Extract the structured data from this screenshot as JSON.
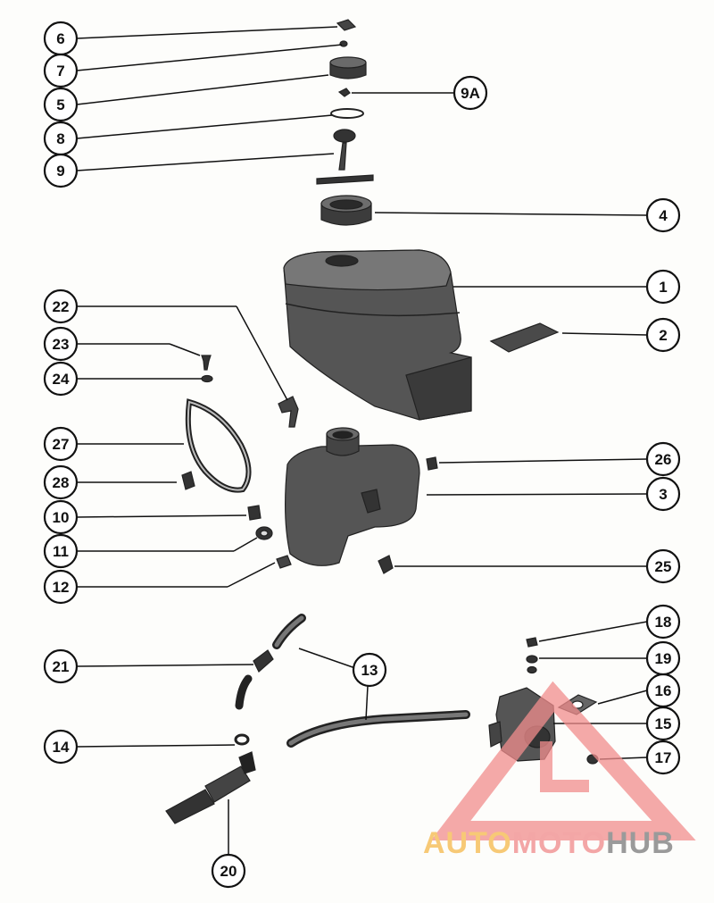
{
  "callouts": [
    "1",
    "2",
    "3",
    "4",
    "5",
    "6",
    "7",
    "8",
    "9",
    "9A",
    "10",
    "11",
    "12",
    "13",
    "14",
    "15",
    "16",
    "17",
    "18",
    "19",
    "20",
    "21",
    "22",
    "23",
    "24",
    "25",
    "26",
    "27",
    "28"
  ],
  "watermark": {
    "brand_parts": [
      "AUTO",
      "MOTO",
      "HUB"
    ],
    "colors": [
      "#f5b84a",
      "#f08a8a",
      "#7a7a7a"
    ],
    "logo_color": "#f28d8d"
  }
}
